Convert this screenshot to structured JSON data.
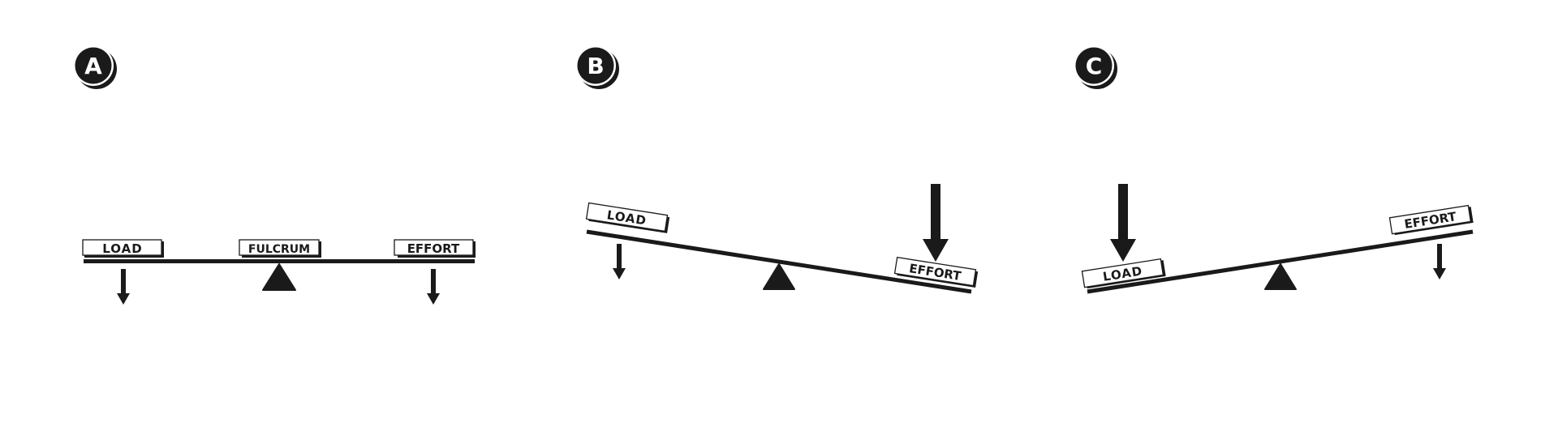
{
  "diagram": {
    "type": "lever classes",
    "colors": {
      "ink": "#1a1a1a",
      "background": "#ffffff",
      "label_fill": "#ffffff"
    },
    "panels": [
      {
        "badge": "A",
        "tilt": "level",
        "labels": {
          "left": "LOAD",
          "center": "FULCRUM",
          "right": "EFFORT"
        },
        "arrows": {
          "left": "small-down",
          "right": "small-down"
        }
      },
      {
        "badge": "B",
        "tilt": "left side up",
        "labels": {
          "left": "LOAD",
          "right": "EFFORT"
        },
        "arrows": {
          "left": "small-down",
          "right": "large-down"
        }
      },
      {
        "badge": "C",
        "tilt": "right side up",
        "labels": {
          "left": "LOAD",
          "right": "EFFORT"
        },
        "arrows": {
          "left": "large-down",
          "right": "small-down"
        }
      }
    ]
  }
}
